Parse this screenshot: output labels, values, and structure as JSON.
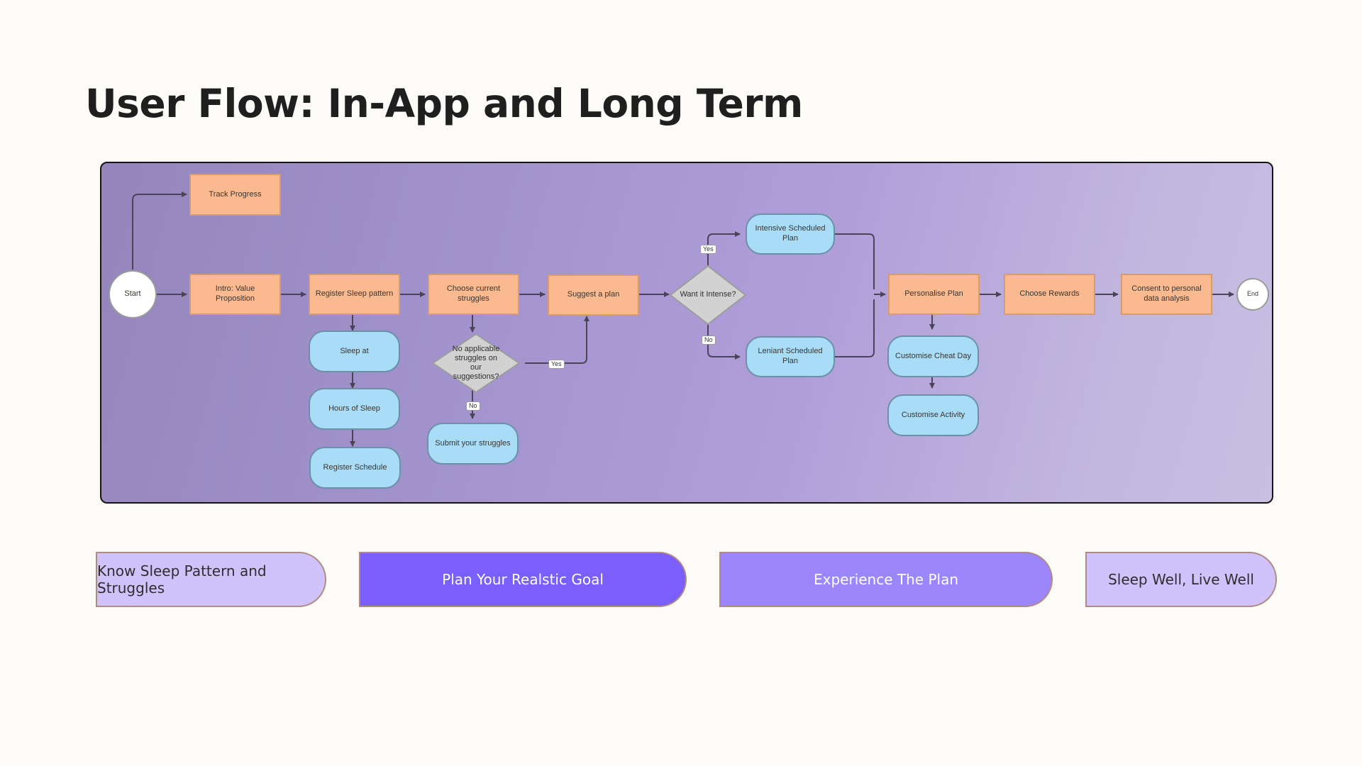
{
  "title": "User Flow: In-App and Long Term",
  "diagram": {
    "nodes": {
      "track_progress": "Track Progress",
      "start": "Start",
      "intro": "Intro: Value Proposition",
      "register_sleep": "Register Sleep pattern",
      "choose_struggles": "Choose current struggles",
      "suggest_plan": "Suggest a plan",
      "want_intense": "Want it Intense?",
      "intensive_plan": "Intensive Scheduled Plan",
      "leniant_plan": "Leniant Scheduled Plan",
      "personalise_plan": "Personalise Plan",
      "choose_rewards": "Choose Rewards",
      "consent": "Consent to personal data analysis",
      "end": "End",
      "sleep_at": "Sleep at",
      "hours_of_sleep": "Hours of Sleep",
      "register_schedule": "Register Schedule",
      "no_applicable": "No applicable struggles on our suggestions?",
      "submit_struggles": "Submit your struggles",
      "customise_cheat_day": "Customise Cheat Day",
      "customise_activity": "Customise Activity"
    },
    "labels": {
      "yes_1": "Yes",
      "no_1": "No",
      "yes_2": "Yes",
      "no_2": "No"
    },
    "colors": {
      "process": "#fbb98f",
      "input": "#a9dcf6",
      "decision": "#d2d2d2",
      "terminal": "#ffffff"
    }
  },
  "stages": [
    {
      "label": "Know Sleep Pattern and Struggles",
      "color": "#d0c3fb",
      "text_color": "#2e2e2e"
    },
    {
      "label": "Plan Your Realstic Goal",
      "color": "#7a5ffd",
      "text_color": "#ffffff"
    },
    {
      "label": "Experience The Plan",
      "color": "#9b86fb",
      "text_color": "#ffffff"
    },
    {
      "label": "Sleep Well, Live Well",
      "color": "#d0c3fb",
      "text_color": "#2e2e2e"
    }
  ]
}
